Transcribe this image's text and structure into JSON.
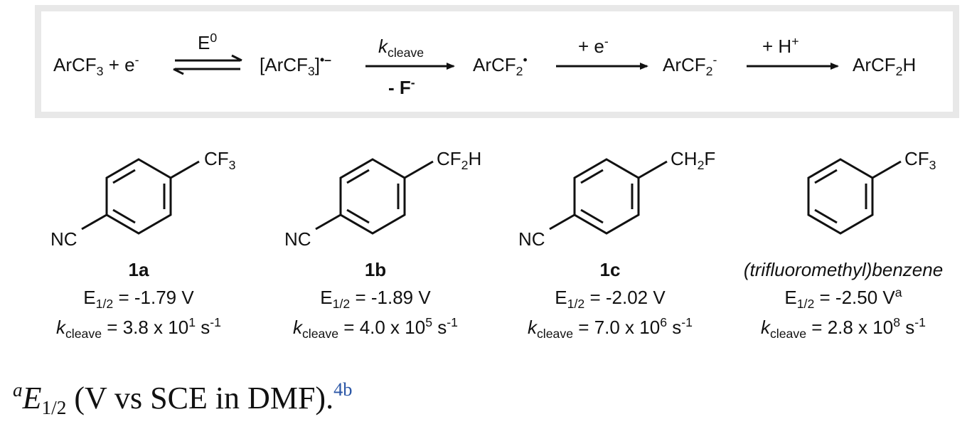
{
  "scheme": {
    "s1_a": "ArCF",
    "s1_sub": "3",
    "s1_b": " + e",
    "s1_sup": "-",
    "eq_label": "E",
    "eq_sup": "0",
    "s2_a": "[ArCF",
    "s2_sub": "3",
    "s2_b": "]",
    "s2_sup": "•–",
    "k_italic": "k",
    "k_sub": "cleave",
    "minus_f": "- F",
    "minus_f_sup": "-",
    "s3_a": "ArCF",
    "s3_sub": "2",
    "s3_sup": "•",
    "add_e": "+ e",
    "add_e_sup": "-",
    "s4_a": "ArCF",
    "s4_sub": "2",
    "s4_sup": "-",
    "add_h": "+ H",
    "add_h_sup": "+",
    "s5_a": "ArCF",
    "s5_sub": "2",
    "s5_b": "H"
  },
  "compounds": [
    {
      "id": "1a",
      "name": "1a",
      "sub_a": "CF",
      "sub_sub": "3",
      "sub_b": "",
      "para": "NC",
      "e_label": "E",
      "e_sub": "1/2",
      "e_val": " = -1.79 V",
      "e_sup": "",
      "k_label": "k",
      "k_sub": "cleave",
      "k_val": " = 3.8 x 10",
      "k_exp": "1",
      "k_unit": " s",
      "k_unit_sup": "-1"
    },
    {
      "id": "1b",
      "name": "1b",
      "sub_a": "CF",
      "sub_sub": "2",
      "sub_b": "H",
      "para": "NC",
      "e_label": "E",
      "e_sub": "1/2",
      "e_val": " = -1.89 V",
      "e_sup": "",
      "k_label": "k",
      "k_sub": "cleave",
      "k_val": " = 4.0 x 10",
      "k_exp": "5",
      "k_unit": " s",
      "k_unit_sup": "-1"
    },
    {
      "id": "1c",
      "name": "1c",
      "sub_a": "CH",
      "sub_sub": "2",
      "sub_b": "F",
      "para": "NC",
      "e_label": "E",
      "e_sub": "1/2",
      "e_val": " = -2.02 V",
      "e_sup": "",
      "k_label": "k",
      "k_sub": "cleave",
      "k_val": " = 7.0 x 10",
      "k_exp": "6",
      "k_unit": " s",
      "k_unit_sup": "-1"
    },
    {
      "id": "tfmb",
      "name": "(trifluoromethyl)benzene",
      "sub_a": "CF",
      "sub_sub": "3",
      "sub_b": "",
      "para": "",
      "e_label": "E",
      "e_sub": "1/2",
      "e_val": " = -2.50 V",
      "e_sup": "a",
      "k_label": "k",
      "k_sub": "cleave",
      "k_val": " = 2.8 x 10",
      "k_exp": "8",
      "k_unit": " s",
      "k_unit_sup": "-1"
    }
  ],
  "footnote": {
    "mark": "a",
    "e": "E",
    "e_sub": "1/2",
    "text": " (V vs SCE in DMF).",
    "ref": "4b"
  },
  "colors": {
    "text": "#111111",
    "box_border": "#e8e8e8",
    "ref_link": "#2b56a6"
  }
}
